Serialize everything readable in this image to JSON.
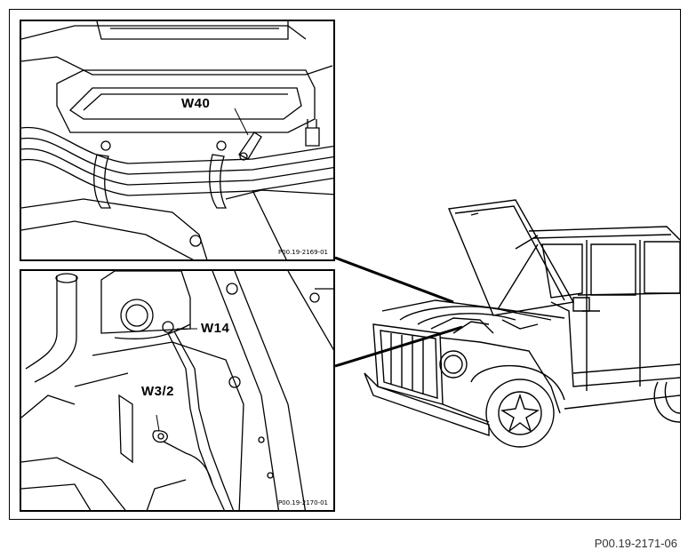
{
  "panels": {
    "top": {
      "callout": "W40",
      "code": "P00.19-2169-01"
    },
    "bottom": {
      "callout_w14": "W14",
      "callout_w3_2": "W3/2",
      "code": "P00.19-2170-01"
    }
  },
  "figure_code": "P00.19-2171-06",
  "colors": {
    "line": "#000000",
    "background": "#ffffff",
    "caption": "#333333"
  }
}
